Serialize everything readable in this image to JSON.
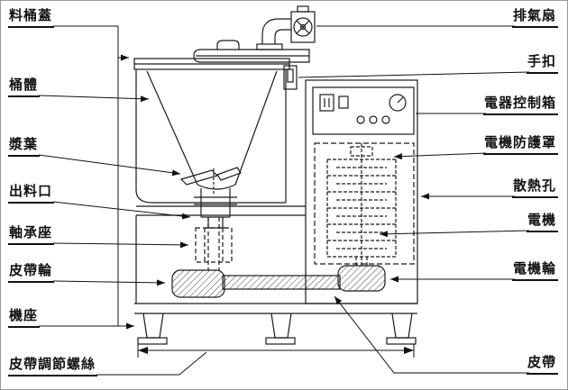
{
  "colors": {
    "line": "#1a1a1a",
    "background": "#ffffff",
    "border": "#9a9a9a"
  },
  "diagram": {
    "left_labels": [
      {
        "label": "料桶蓋"
      },
      {
        "label": "桶體"
      },
      {
        "label": "漿葉"
      },
      {
        "label": "出料口"
      },
      {
        "label": "軸承座"
      },
      {
        "label": "皮帶輪"
      },
      {
        "label": "機座"
      },
      {
        "label": "皮帶調節螺絲"
      }
    ],
    "right_labels": [
      {
        "label": "排氣扇"
      },
      {
        "label": "手扣"
      },
      {
        "label": "電器控制箱"
      },
      {
        "label": "電機防護罩"
      },
      {
        "label": "散熱孔"
      },
      {
        "label": "電機"
      },
      {
        "label": "電機輪"
      },
      {
        "label": "皮帶"
      }
    ]
  }
}
